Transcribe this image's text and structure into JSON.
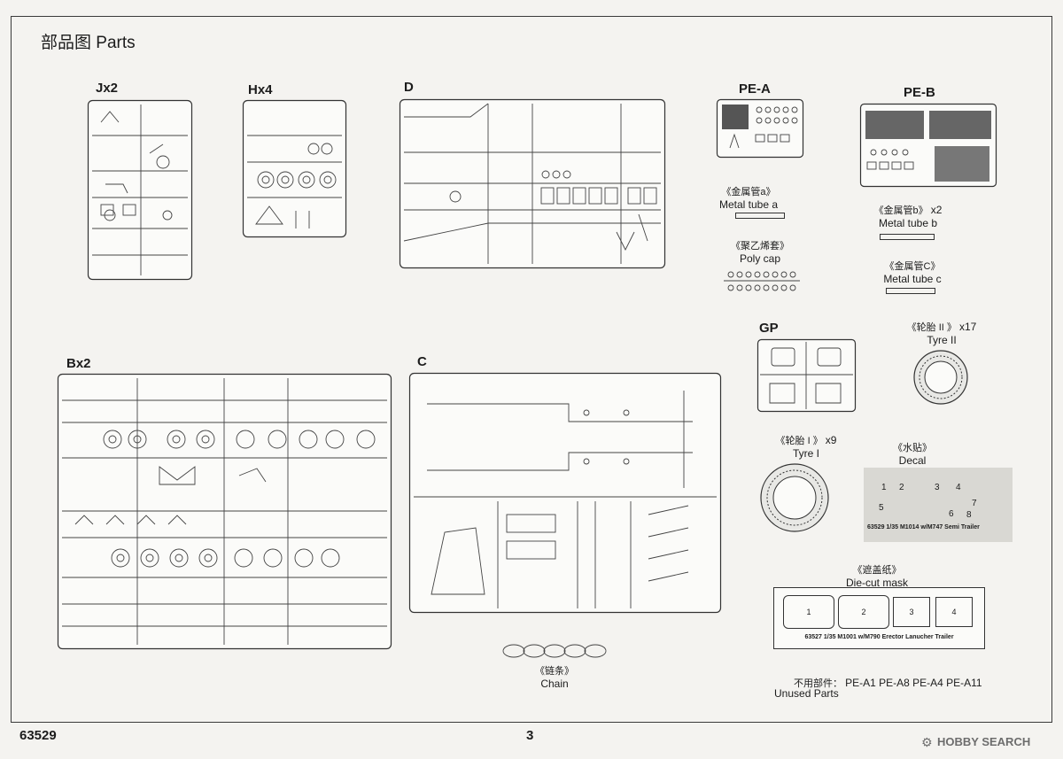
{
  "page": {
    "title": "部品图 Parts",
    "kit_number": "63529",
    "page_number": "3",
    "watermark": "HOBBY SEARCH"
  },
  "sprues": {
    "J": {
      "label": "Jx2"
    },
    "H": {
      "label": "Hx4"
    },
    "D": {
      "label": "D"
    },
    "B": {
      "label": "Bx2"
    },
    "C": {
      "label": "C"
    },
    "PEA": {
      "label": "PE-A"
    },
    "PEB": {
      "label": "PE-B"
    },
    "GP": {
      "label": "GP"
    }
  },
  "extras": {
    "metal_tube_a": {
      "cn": "《金属管a》",
      "en": "Metal tube a"
    },
    "metal_tube_b": {
      "cn": "《金属管b》",
      "qty": "x2",
      "en": "Metal tube b"
    },
    "metal_tube_c": {
      "cn": "《金属管C》",
      "en": "Metal tube c"
    },
    "poly_cap": {
      "cn": "《聚乙烯套》",
      "en": "Poly cap"
    },
    "tyre2": {
      "cn": "《轮胎 II 》",
      "qty": "x17",
      "en": "Tyre II"
    },
    "tyre1": {
      "cn": "《轮胎 I 》",
      "qty": "x9",
      "en": "Tyre I"
    },
    "decal": {
      "cn": "《水贴》",
      "en": "Decal",
      "sheet_text": "63529 1/35 M1014 w/M747 Semi Trailer",
      "numbers": [
        "1",
        "2",
        "3",
        "4",
        "5",
        "6",
        "7",
        "8"
      ]
    },
    "mask": {
      "cn": "《遮盖纸》",
      "en": "Die-cut mask",
      "sheet_text": "63527 1/35 M1001 w/M790 Erector Lanucher Trailer",
      "numbers": [
        "1",
        "2",
        "3",
        "4"
      ]
    },
    "chain": {
      "cn": "《链条》",
      "en": "Chain"
    },
    "unused": {
      "cn": "不用部件：",
      "parts": "PE-A1 PE-A8 PE-A4 PE-A11",
      "en": "Unused Parts"
    }
  }
}
